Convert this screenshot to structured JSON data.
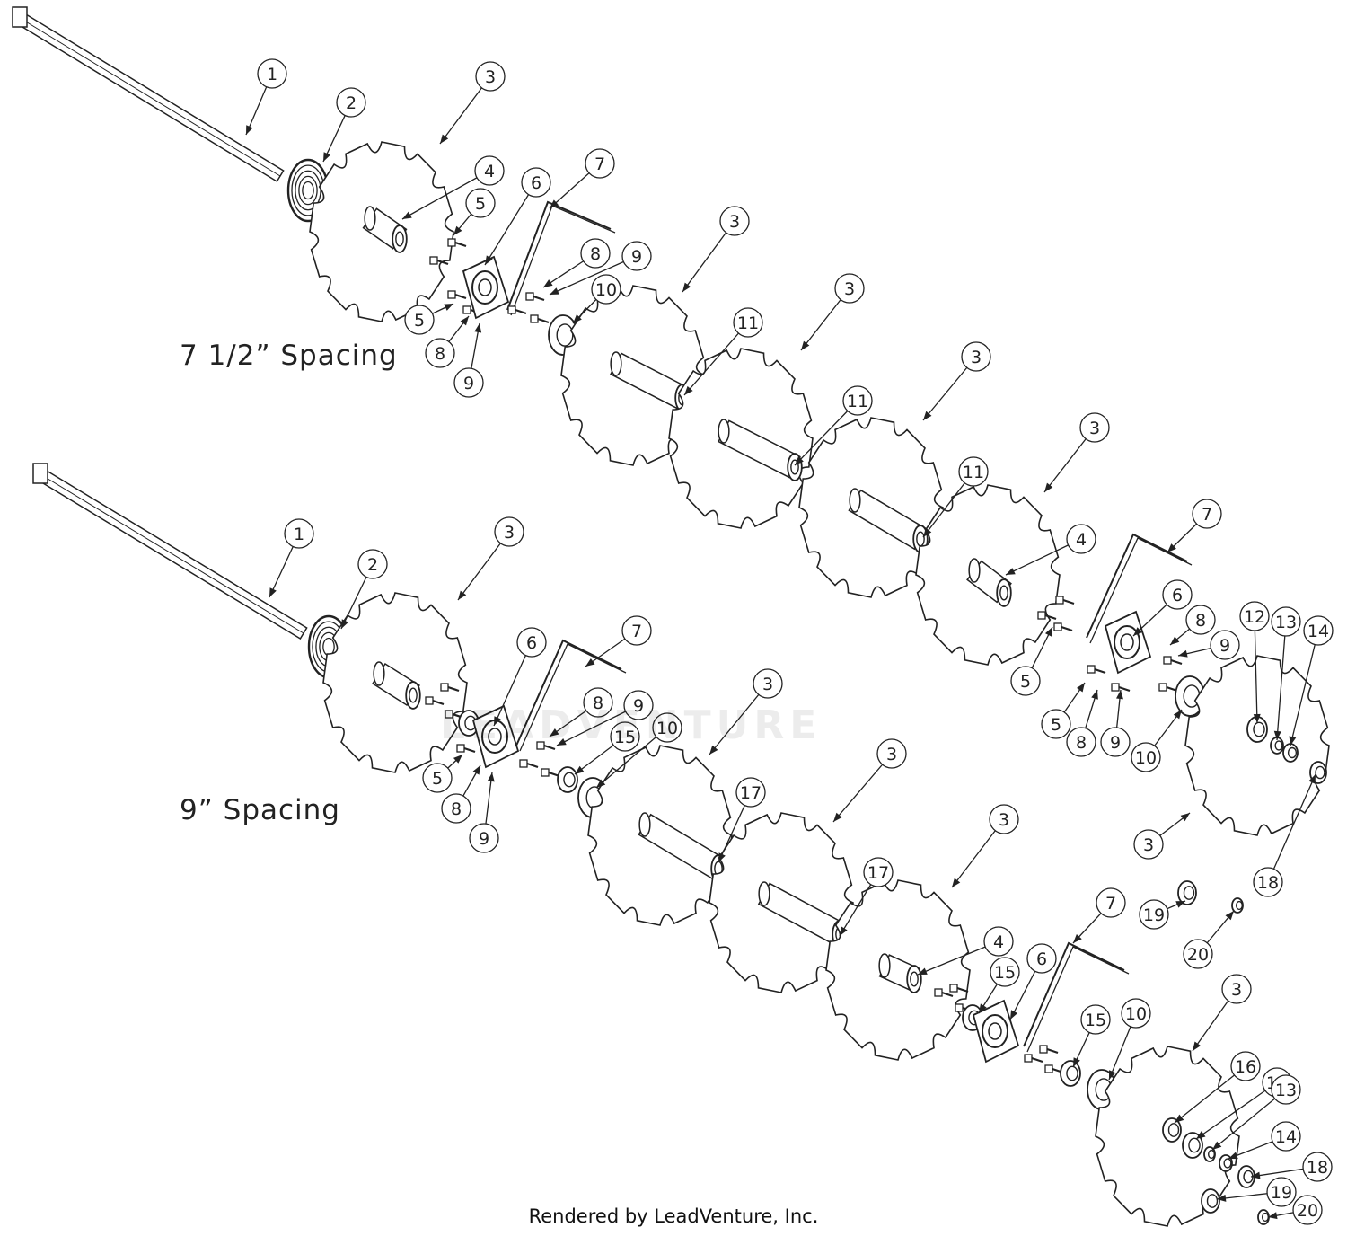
{
  "labels": {
    "spacing_a": "7 1/2” Spacing",
    "spacing_b": "9” Spacing",
    "footer": "Rendered by LeadVenture, Inc.",
    "watermark": "LEADVENTURE"
  },
  "callout_numbers": {
    "top": [
      "1",
      "2",
      "3",
      "4",
      "5",
      "6",
      "7",
      "8",
      "9",
      "5",
      "8",
      "9",
      "10",
      "3",
      "11",
      "3",
      "11",
      "3",
      "11",
      "3",
      "4",
      "7",
      "5",
      "6",
      "8",
      "9",
      "5",
      "8",
      "9",
      "10",
      "12",
      "13",
      "14",
      "3",
      "18",
      "19",
      "20"
    ],
    "bottom": [
      "1",
      "2",
      "3",
      "6",
      "7",
      "8",
      "9",
      "15",
      "10",
      "5",
      "8",
      "9",
      "3",
      "17",
      "3",
      "17",
      "3",
      "4",
      "15",
      "6",
      "7",
      "15",
      "10",
      "3",
      "16",
      "12",
      "13",
      "14",
      "18",
      "19",
      "20"
    ]
  },
  "colors": {
    "line": "#222222",
    "background": "#ffffff"
  }
}
